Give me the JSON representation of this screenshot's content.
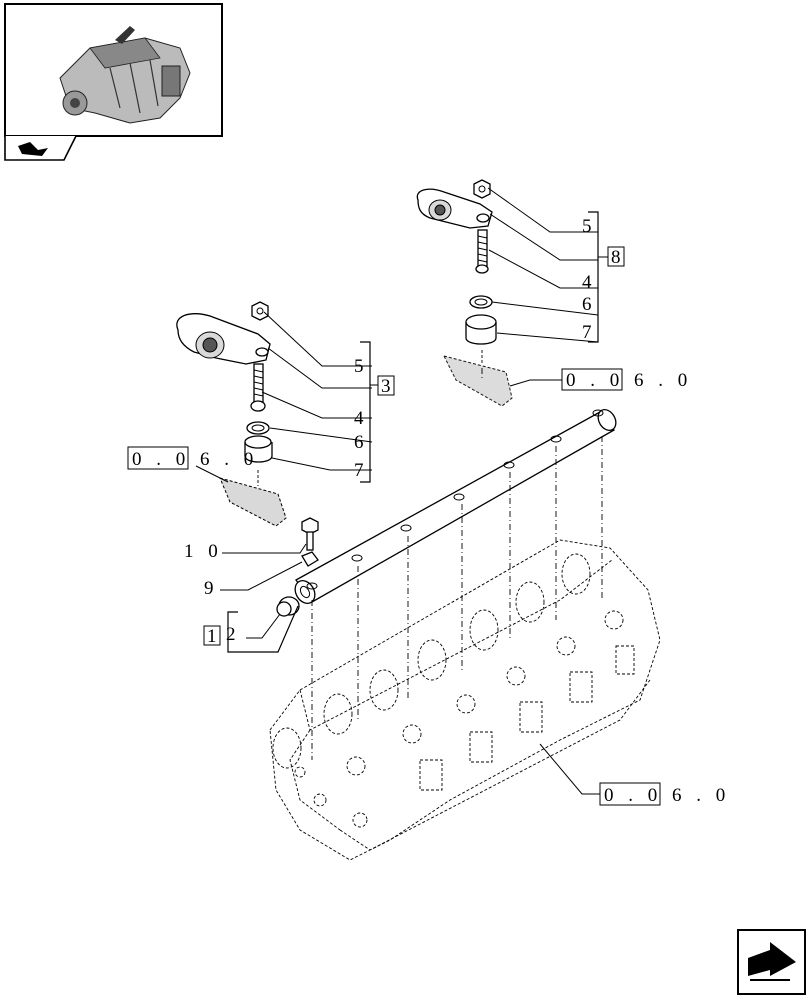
{
  "callouts": {
    "ref_top_right": "0 . 0 6 . 0",
    "ref_left": "0 . 0 6 . 0",
    "ref_bottom": "0 . 0 6 . 0",
    "item_5a": "5",
    "item_4a": "4",
    "item_6a": "6",
    "item_7a": "7",
    "group_8": "8",
    "item_5b": "5",
    "item_4b": "4",
    "item_6b": "6",
    "item_7b": "7",
    "group_3": "3",
    "item_10": "1 0",
    "item_9": "9",
    "group_1": "1",
    "item_2": "2"
  },
  "icons": {
    "thumbnail": "engine-thumbnail-icon",
    "section": "section-bookmark-icon",
    "nav": "next-page-arrow-icon"
  }
}
